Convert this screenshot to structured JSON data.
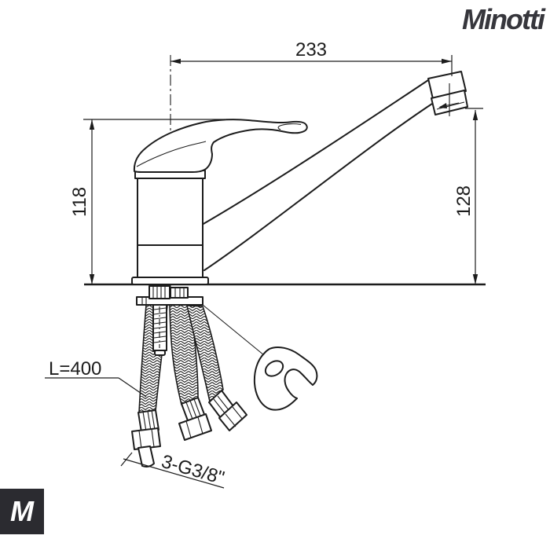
{
  "brand": {
    "logo_text": "Minotti",
    "badge_letter": "M"
  },
  "dimensions": {
    "spout_reach_mm": "233",
    "deck_to_handle_mm": "118",
    "deck_to_outlet_mm": "128",
    "hose_length": "L=400",
    "hose_thread": "3-G3/8\""
  },
  "colors": {
    "line": "#1c1c1c",
    "logo": "#36363c",
    "badgebg": "#2b2b30",
    "badgefg": "#ffffff",
    "bg": "#ffffff"
  }
}
